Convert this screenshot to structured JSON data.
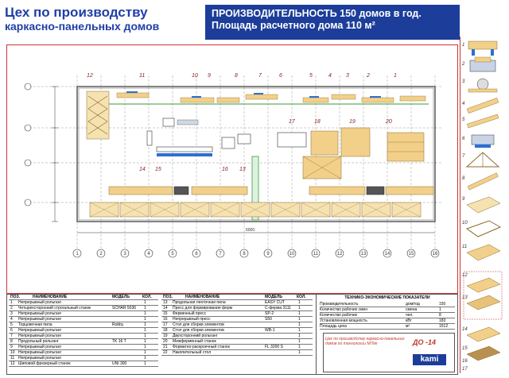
{
  "title": {
    "line1": "Цех по производству",
    "line2": "каркасно-панельных домов"
  },
  "banner": {
    "line1": "ПРОИЗВОДИТЕЛЬНОСТЬ 150 домов в год.",
    "line2": "Площадь расчетного дома 110 м²"
  },
  "plan": {
    "callouts": [
      "12",
      "11",
      "10",
      "9",
      "8",
      "7",
      "6",
      "5",
      "4",
      "3",
      "2",
      "1",
      "17",
      "18",
      "19",
      "20",
      "14",
      "15",
      "16",
      "13"
    ],
    "axis_numbers": [
      "1",
      "2",
      "3",
      "4",
      "5",
      "6",
      "7",
      "8",
      "9",
      "10",
      "11",
      "12",
      "13",
      "14",
      "15",
      "16"
    ],
    "dimension": "6000"
  },
  "equipment_table": {
    "headers": [
      "ПОЗ.",
      "НАИМЕНОВАНИЕ",
      "МОДЕЛЬ",
      "КОЛ."
    ],
    "rows": [
      [
        "1",
        "Непрерывный рольганг",
        "",
        "1"
      ],
      [
        "2",
        "Четырехсторонний строгальный станок",
        "SCHAR 5036",
        "1"
      ],
      [
        "3",
        "Непрерывный рольганг",
        "",
        "1"
      ],
      [
        "4",
        "Непрерывный рольганг",
        "",
        "1"
      ],
      [
        "5",
        "Торцовочная пила",
        "Robby",
        "1"
      ],
      [
        "6",
        "Непрерывный рольганг",
        "",
        "1"
      ],
      [
        "7",
        "Непрерывный рольганг",
        "",
        "1"
      ],
      [
        "8",
        "Продольный рольганг",
        "TK 16 T",
        "1"
      ],
      [
        "9",
        "Непрерывный рольганг",
        "",
        "1"
      ],
      [
        "10",
        "Непрерывный рольганг",
        "",
        "1"
      ],
      [
        "11",
        "Непрерывный рольганг",
        "",
        "1"
      ],
      [
        "12",
        "Шиповой фрезерный станок",
        "UNI 300",
        "1"
      ]
    ]
  },
  "equipment_table_2": {
    "headers": [
      "ПОЗ.",
      "НАИМЕНОВАНИЕ",
      "МОДЕЛЬ",
      "КОЛ."
    ],
    "rows": [
      [
        "13",
        "Продольная ленточная пила",
        "EASY CUT",
        "1"
      ],
      [
        "14",
        "Пресс для формирования ферм",
        "С-ферма 3111",
        "1"
      ],
      [
        "15",
        "Ферменный пресс",
        "SP-2",
        "1"
      ],
      [
        "16",
        "Непрерывный пресс",
        "S50",
        "1"
      ],
      [
        "17",
        "Стол для сборки элементов",
        "",
        "1"
      ],
      [
        "18",
        "Стол для сборки элементов",
        "WB-1",
        "1"
      ],
      [
        "19",
        "Двухсторонний рольганг",
        "",
        "1"
      ],
      [
        "20",
        "Межферменный станок",
        "",
        "1"
      ],
      [
        "21",
        "Форматно-раскроечный станок",
        "FL 3200 S",
        "1"
      ],
      [
        "22",
        "Накопительный стол",
        "",
        "1"
      ]
    ]
  },
  "tech_table": {
    "title": "ТЕХНИКО-ЭКОНОМИЧЕСКИЕ ПОКАЗАТЕЛИ",
    "rows": [
      [
        "Производительность",
        "дом/год",
        "150"
      ],
      [
        "Количество рабочих смен",
        "смена",
        "1"
      ],
      [
        "Количество рабочих",
        "чел.",
        "8"
      ],
      [
        "Установленная мощность",
        "кВт",
        "183"
      ],
      [
        "Площадь цеха",
        "м²",
        "1512"
      ]
    ]
  },
  "stamp": {
    "description": "Цех по производству каркасно-панельных домов по технологии МiTek",
    "code": "ДО -14",
    "logo": "kami"
  },
  "sidebar": {
    "marks": [
      "1",
      "2",
      "3",
      "4",
      "5",
      "6",
      "7",
      "8",
      "9",
      "10",
      "11",
      "12",
      "13",
      "14",
      "15",
      "16",
      "17"
    ]
  },
  "colors": {
    "banner": "#1c3d99",
    "title": "#1f3fa6",
    "outline": "#cc3333",
    "wood": "#f3d08a",
    "conveyor": "#2a6fd6"
  }
}
